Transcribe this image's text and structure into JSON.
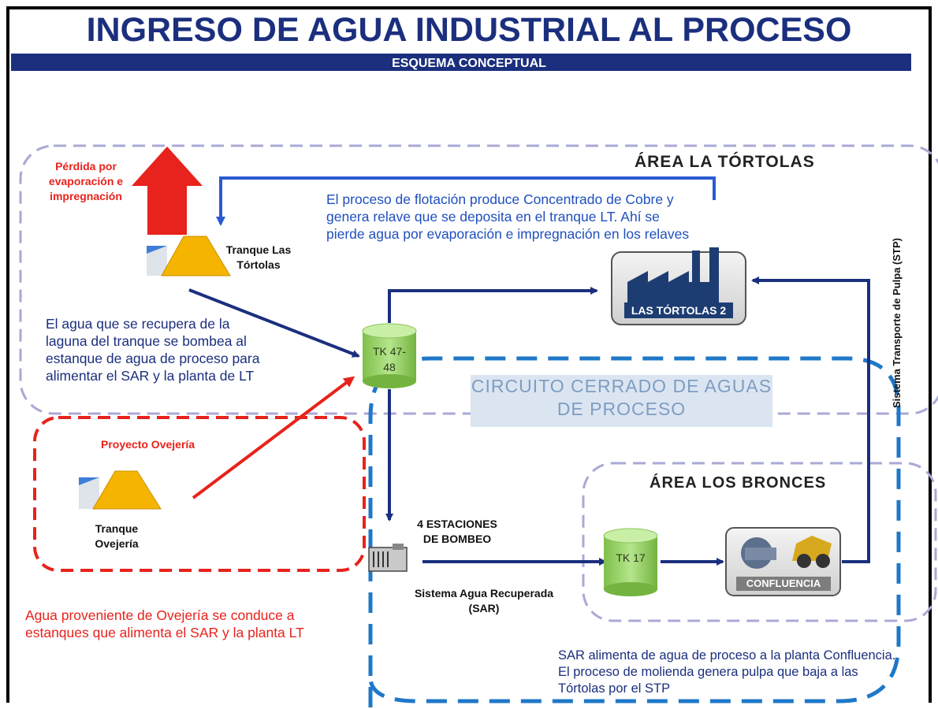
{
  "title": "INGRESO DE AGUA INDUSTRIAL AL PROCESO",
  "subtitle": "ESQUEMA CONCEPTUAL",
  "areas": {
    "tortolas": "ÁREA LA TÓRTOLAS",
    "bronces": "ÁREA LOS BRONCES"
  },
  "loss_label": "Pérdida por evaporación e impregnación",
  "flotation_note": "El proceso de flotación produce Concentrado de Cobre y genera relave que se deposita en el tranque LT. Ahí se pierde agua por evaporación e impregnación en los relaves",
  "tranque_lt": "Tranque Las Tórtolas",
  "plant_lt": "LAS TÓRTOLAS 2",
  "recovery_note": "El agua que se recupera de la laguna del tranque se bombea al estanque de agua de proceso para alimentar el SAR y la planta de LT",
  "tk_47_48": "TK 47-48",
  "circuit_label": "CIRCUITO CERRADO DE AGUAS DE PROCESO",
  "stp_label": "Sistema Transporte de Pulpa (STP)",
  "ovejeria_project": "Proyecto Ovejería",
  "tranque_ovejeria": "Tranque Ovejería",
  "ovejeria_note": "Agua proveniente de Ovejería se conduce a estanques que alimenta el SAR y la planta LT",
  "pump_stations": "4 ESTACIONES DE BOMBEO",
  "sar_label": "Sistema Agua Recuperada (SAR)",
  "tk_17": "TK 17",
  "plant_confluencia": "CONFLUENCIA",
  "sar_note": "SAR alimenta de agua de proceso a la planta Confluencia. El proceso de molienda genera pulpa que baja a las Tórtolas por el STP",
  "colors": {
    "navy": "#1b2f7e",
    "blue_text": "#1f4fbf",
    "red": "#e8221c",
    "circuit_dash": "#1f78c8",
    "area_dash": "#a9a9d6",
    "tank_green": "#9bd468"
  }
}
